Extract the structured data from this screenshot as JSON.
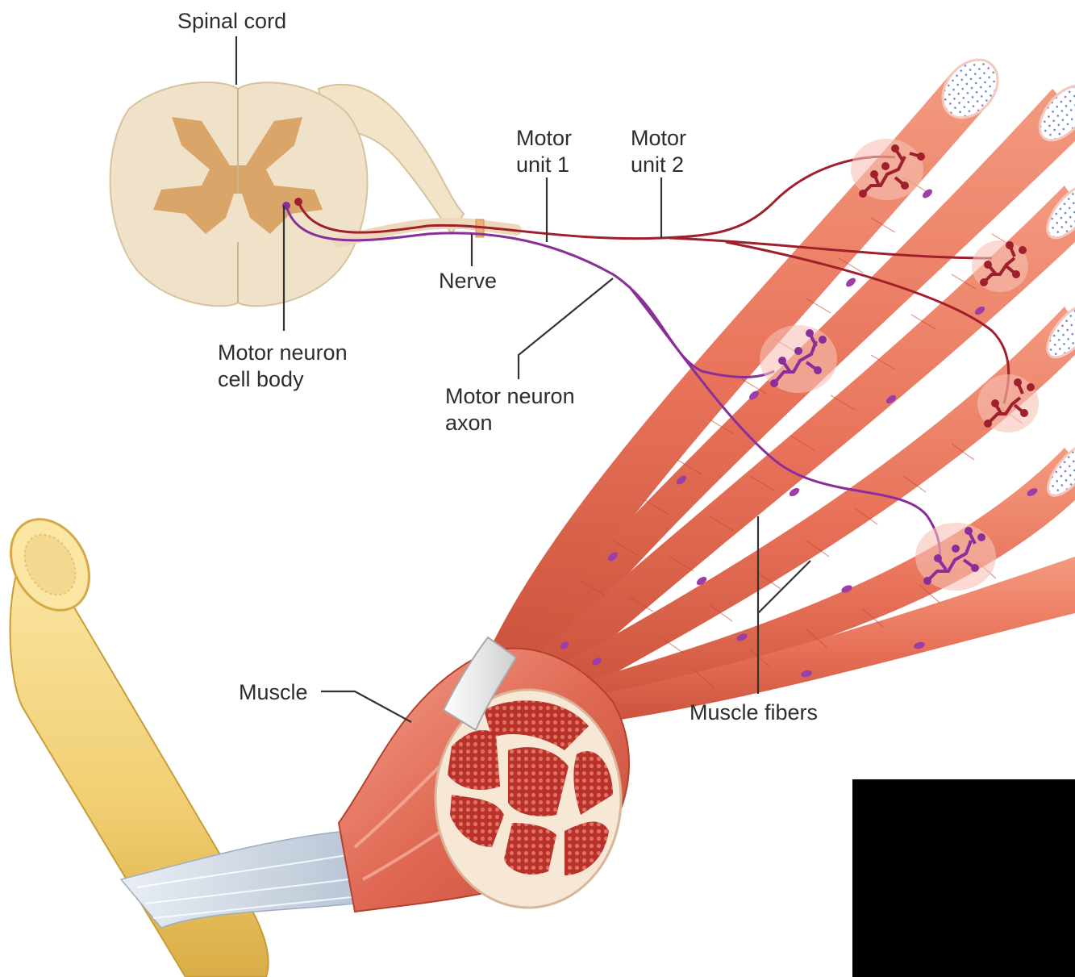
{
  "labels": {
    "spinal_cord": "Spinal cord",
    "motor_unit_1_line1": "Motor",
    "motor_unit_1_line2": "unit 1",
    "motor_unit_2_line1": "Motor",
    "motor_unit_2_line2": "unit 2",
    "nerve": "Nerve",
    "motor_neuron_cell_body_line1": "Motor neuron",
    "motor_neuron_cell_body_line2": "cell body",
    "motor_neuron_axon_line1": "Motor neuron",
    "motor_neuron_axon_line2": "axon",
    "muscle": "Muscle",
    "muscle_fibers": "Muscle fibers"
  },
  "colors": {
    "spinal_cord_white_matter": "#f0e2c8",
    "spinal_cord_gray_matter": "#d9a569",
    "muscle_fiber": "#e8735a",
    "motor_unit_1_axon": "#8a2e9a",
    "motor_unit_2_axon": "#a01f2c",
    "tendon_bone": "#f1cf72",
    "redaction_box": "#000000"
  }
}
